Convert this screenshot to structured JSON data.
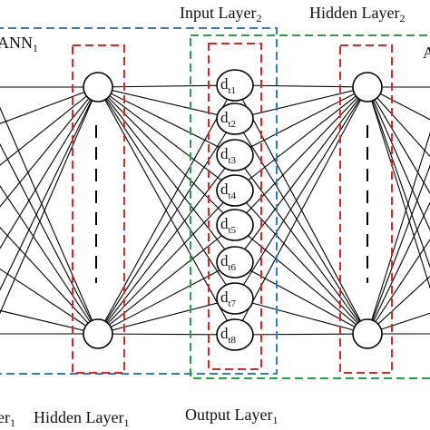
{
  "labels": {
    "ann1": "ANN",
    "ann1_sub": "1",
    "ann2": "A",
    "input_layer2": "Input Layer",
    "input_layer2_sub": "2",
    "hidden_layer2": "Hidden Layer",
    "hidden_layer2_sub": "2",
    "bottom_left": "er",
    "bottom_left_sub": "1",
    "hidden_layer1": "Hidden Layer",
    "hidden_layer1_sub": "1",
    "output_layer1": "Output Layer",
    "output_layer1_sub": "1"
  },
  "nodes": [
    {
      "main": "d",
      "sub": "t1"
    },
    {
      "main": "d",
      "sub": "t2"
    },
    {
      "main": "d",
      "sub": "t3"
    },
    {
      "main": "d",
      "sub": "t4"
    },
    {
      "main": "d",
      "sub": "t5"
    },
    {
      "main": "d",
      "sub": "t6"
    },
    {
      "main": "d",
      "sub": "t7"
    },
    {
      "main": "d",
      "sub": "t8"
    }
  ],
  "colors": {
    "blue_box": "#2f7ec4",
    "green_box": "#2aa04a",
    "red_box": "#d42a2a",
    "line": "#000000"
  }
}
